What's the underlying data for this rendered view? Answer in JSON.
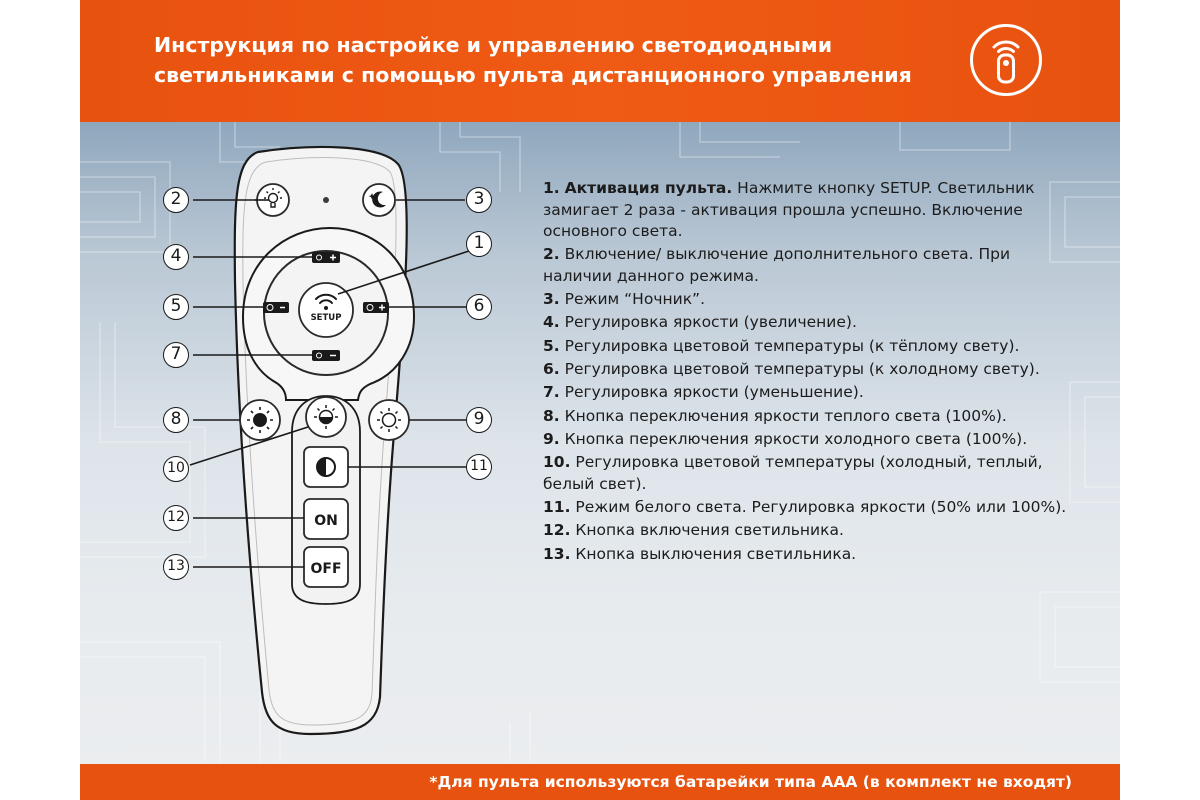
{
  "header": {
    "title_line1": "Инструкция по настройке и управлению светодиодными",
    "title_line2": "светильниками с помощью пульта дистанционного управления",
    "icon": "remote-control-wireless-icon"
  },
  "remote": {
    "setup_label": "SETUP",
    "on_label": "ON",
    "off_label": "OFF",
    "callouts": [
      "1",
      "2",
      "3",
      "4",
      "5",
      "6",
      "7",
      "8",
      "9",
      "10",
      "11",
      "12",
      "13"
    ]
  },
  "instructions": [
    {
      "num": "1.",
      "title": "Активация пульта.",
      "text": " Нажмите кнопку SETUP. Светильник замигает 2 раза - активация прошла успешно. Включение основного света."
    },
    {
      "num": "2.",
      "title": "",
      "text": " Включение/ выключение дополнительного света. При наличии данного режима."
    },
    {
      "num": "3.",
      "title": "",
      "text": " Режим “Ночник”."
    },
    {
      "num": "4.",
      "title": "",
      "text": " Регулировка яркости (увеличение)."
    },
    {
      "num": "5.",
      "title": "",
      "text": " Регулировка цветовой температуры (к тёплому свету)."
    },
    {
      "num": "6.",
      "title": "",
      "text": " Регулировка цветовой температуры (к холодному свету)."
    },
    {
      "num": "7.",
      "title": "",
      "text": " Регулировка яркости (уменьшение)."
    },
    {
      "num": "8.",
      "title": "",
      "text": " Кнопка переключения яркости теплого света (100%)."
    },
    {
      "num": "9.",
      "title": "",
      "text": " Кнопка переключения яркости холодного света (100%)."
    },
    {
      "num": "10.",
      "title": "",
      "text": " Регулировка цветовой температуры (холодный, теплый, белый свет)."
    },
    {
      "num": "11.",
      "title": "",
      "text": " Режим белого света. Регулировка яркости (50% или 100%)."
    },
    {
      "num": "12.",
      "title": "",
      "text": " Кнопка включения светильника."
    },
    {
      "num": "13.",
      "title": "",
      "text": " Кнопка выключения светильника."
    }
  ],
  "footer": {
    "note": "*Для пульта используются батарейки типа ААА (в комплект не входят)"
  },
  "colors": {
    "accent": "#e8520f",
    "text": "#1c1c1c",
    "remote_body": "#f4f4f4",
    "outline": "#1a1a1a"
  }
}
